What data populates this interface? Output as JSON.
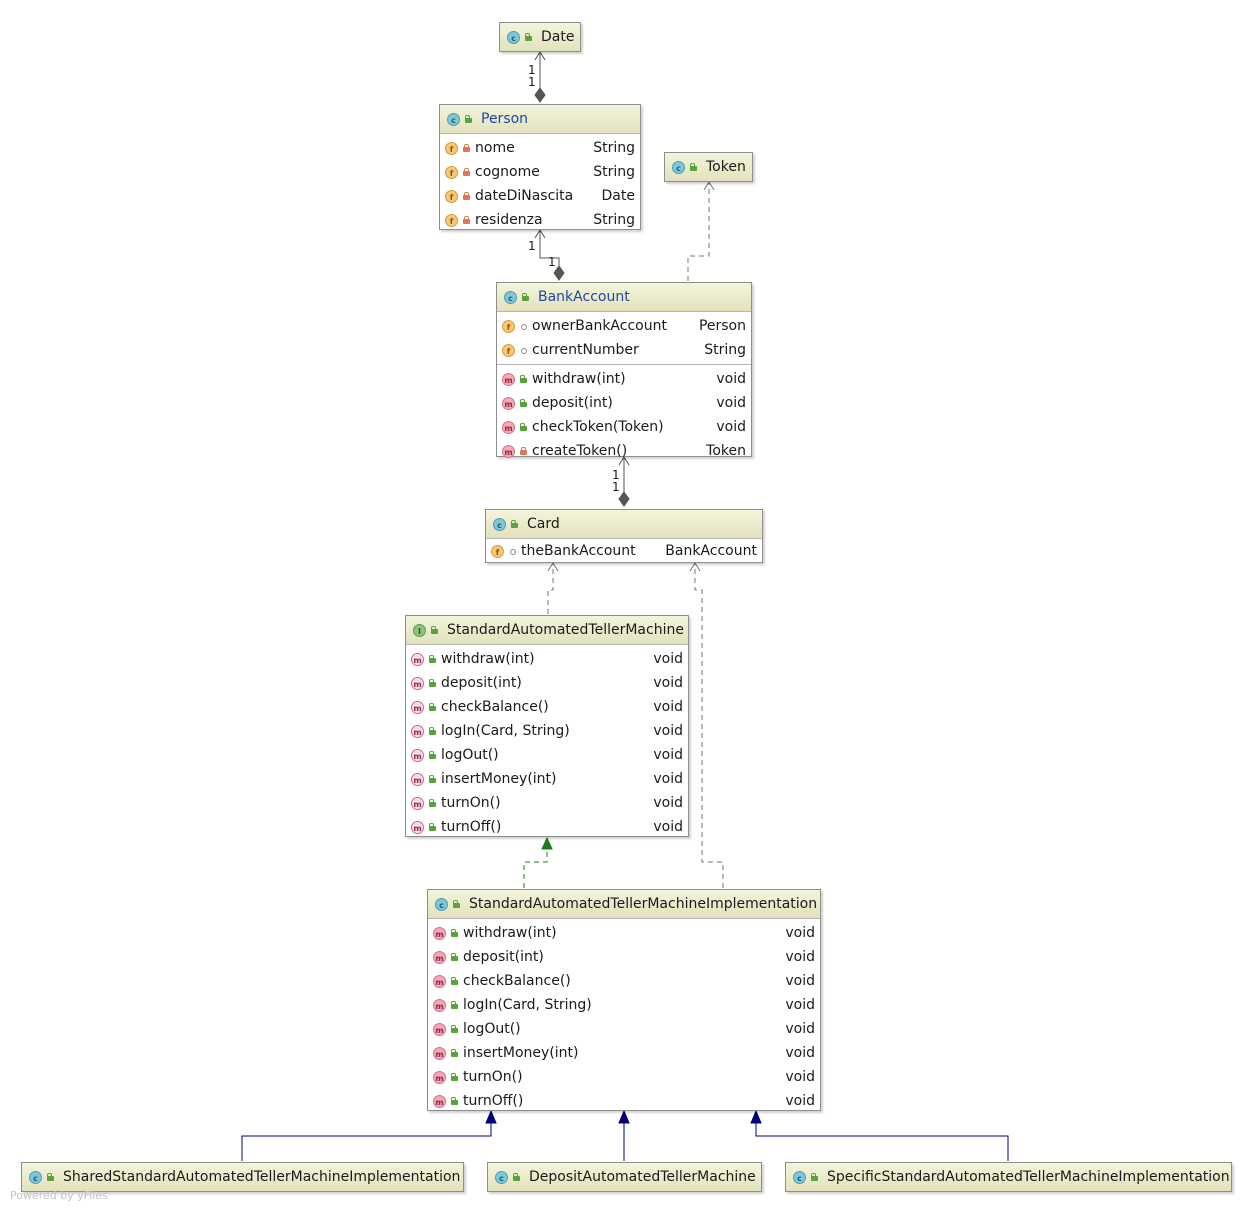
{
  "classes": {
    "date": {
      "name": "Date",
      "kind": "class"
    },
    "token": {
      "name": "Token",
      "kind": "class"
    },
    "person": {
      "name": "Person",
      "kind": "class",
      "fields": [
        {
          "name": "nome",
          "type": "String",
          "visibility": "private"
        },
        {
          "name": "cognome",
          "type": "String",
          "visibility": "private"
        },
        {
          "name": "dateDiNascita",
          "type": "Date",
          "visibility": "private"
        },
        {
          "name": "residenza",
          "type": "String",
          "visibility": "private"
        }
      ]
    },
    "bank_account": {
      "name": "BankAccount",
      "kind": "class",
      "fields": [
        {
          "name": "ownerBankAccount",
          "type": "Person",
          "visibility": "package"
        },
        {
          "name": "currentNumber",
          "type": "String",
          "visibility": "package"
        }
      ],
      "methods": [
        {
          "name": "withdraw(int)",
          "type": "void",
          "visibility": "public"
        },
        {
          "name": "deposit(int)",
          "type": "void",
          "visibility": "public"
        },
        {
          "name": "checkToken(Token)",
          "type": "void",
          "visibility": "public"
        },
        {
          "name": "createToken()",
          "type": "Token",
          "visibility": "private"
        }
      ]
    },
    "card": {
      "name": "Card",
      "kind": "class",
      "fields": [
        {
          "name": "theBankAccount",
          "type": "BankAccount",
          "visibility": "package"
        }
      ]
    },
    "std_atm": {
      "name": "StandardAutomatedTellerMachine",
      "kind": "interface",
      "methods": [
        {
          "name": "withdraw(int)",
          "type": "void",
          "visibility": "public"
        },
        {
          "name": "deposit(int)",
          "type": "void",
          "visibility": "public"
        },
        {
          "name": "checkBalance()",
          "type": "void",
          "visibility": "public"
        },
        {
          "name": "logIn(Card, String)",
          "type": "void",
          "visibility": "public"
        },
        {
          "name": "logOut()",
          "type": "void",
          "visibility": "public"
        },
        {
          "name": "insertMoney(int)",
          "type": "void",
          "visibility": "public"
        },
        {
          "name": "turnOn()",
          "type": "void",
          "visibility": "public"
        },
        {
          "name": "turnOff()",
          "type": "void",
          "visibility": "public"
        }
      ]
    },
    "std_atm_impl": {
      "name": "StandardAutomatedTellerMachineImplementation",
      "kind": "class",
      "methods": [
        {
          "name": "withdraw(int)",
          "type": "void",
          "visibility": "public"
        },
        {
          "name": "deposit(int)",
          "type": "void",
          "visibility": "public"
        },
        {
          "name": "checkBalance()",
          "type": "void",
          "visibility": "public"
        },
        {
          "name": "logIn(Card, String)",
          "type": "void",
          "visibility": "public"
        },
        {
          "name": "logOut()",
          "type": "void",
          "visibility": "public"
        },
        {
          "name": "insertMoney(int)",
          "type": "void",
          "visibility": "public"
        },
        {
          "name": "turnOn()",
          "type": "void",
          "visibility": "public"
        },
        {
          "name": "turnOff()",
          "type": "void",
          "visibility": "public"
        }
      ]
    },
    "shared_impl": {
      "name": "SharedStandardAutomatedTellerMachineImplementation",
      "kind": "class"
    },
    "deposit_atm": {
      "name": "DepositAutomatedTellerMachine",
      "kind": "class"
    },
    "specific_impl": {
      "name": "SpecificStandardAutomatedTellerMachineImplementation",
      "kind": "class"
    }
  },
  "multiplicities": {
    "date_person_a": "1",
    "date_person_b": "1",
    "person_bank_a": "1",
    "person_bank_b": "1",
    "bank_card_a": "1",
    "bank_card_b": "1"
  },
  "colors": {
    "generalization": "#00007a",
    "realization": "#1c7c1c",
    "dependency": "#777777",
    "association": "#555555"
  },
  "watermark": "Powered by yFiles"
}
